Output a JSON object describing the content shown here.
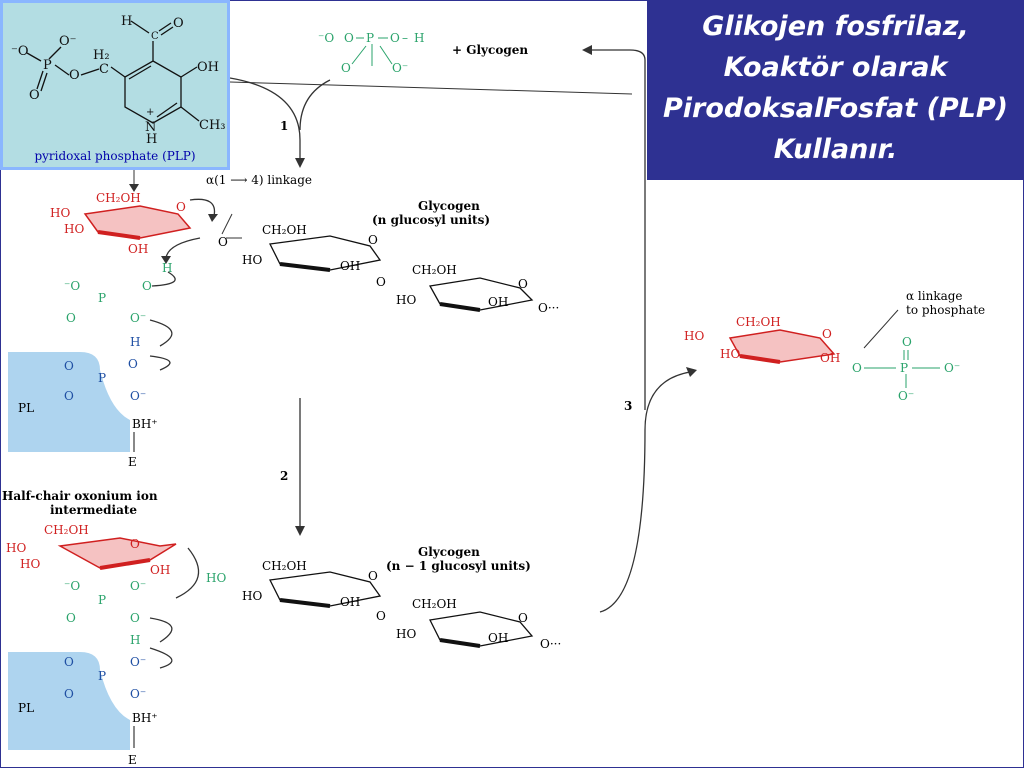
{
  "title_lines": [
    "Glikojen fosfrilaz,",
    "Koaktör olarak",
    "PirodoksalFosfat (PLP)",
    "Kullanır."
  ],
  "plp": {
    "caption": "pyridoxal phosphate (PLP)",
    "atoms": {
      "h": "H",
      "o": "O",
      "oh": "OH",
      "h2": "H₂",
      "c": "C",
      "n": "N",
      "h_n": "H",
      "plus": "+",
      "ch3": "CH₃",
      "o_minus": "O⁻",
      "minus_o": "⁻O",
      "p": "P"
    }
  },
  "labels": {
    "plus_glycogen": "+ Glycogen",
    "step1": "1",
    "step2": "2",
    "step3": "3",
    "linkage": "α(1 ⟶ 4) linkage",
    "glycogen_top": "Glycogen",
    "n_units": "(n glucosyl units)",
    "glycogen_bottom": "Glycogen",
    "n_minus_1": "(n − 1 glucosyl units)",
    "half_chair_1": "Half-chair oxonium ion",
    "half_chair_2": "intermediate",
    "alpha_linkage_1": "α linkage",
    "alpha_linkage_2": "to phosphate",
    "ch2oh": "CH₂OH",
    "ho": "HO",
    "oh": "OH",
    "o": "O",
    "h": "H",
    "p": "P",
    "o_minus": "O⁻",
    "minus_o": "⁻O",
    "pl": "PL",
    "bh_plus": "BH⁺",
    "e": "E",
    "dots": "O···"
  }
}
